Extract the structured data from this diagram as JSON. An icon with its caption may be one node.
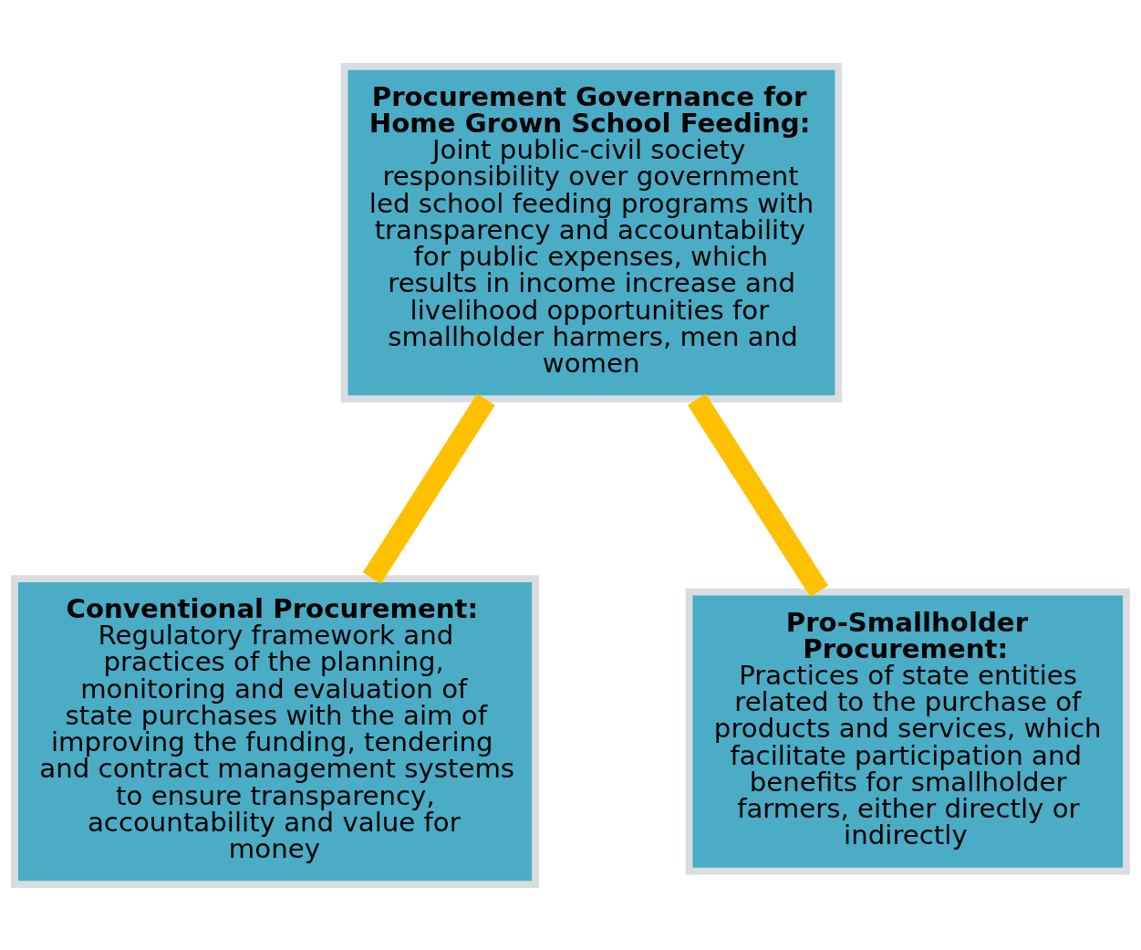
{
  "diagram": {
    "nodes": [
      {
        "text": [
          "Procurement Governance for Home Grown School Feeding:",
          "Joint public-civil society responsibility over government led school feeding programs with transparency and accountability for public expenses, which results in income increase and livelihood opportunities for smallholder harmers, men and women"
        ]
      },
      {
        "text": [
          "Conventional Procurement:",
          "Regulatory framework and practices of the planning, monitoring and evaluation of state purchases with the aim of improving the funding, tendering and contract management systems to ensure transparency, accountability and value for money"
        ]
      },
      {
        "text": [
          "Pro-Smallholder Procurement:",
          "Practices of state entities related to the purchase of products and services, which facilitate participation and benefits for smallholder farmers, either directly or indirectly"
        ]
      }
    ],
    "edges": [
      {
        "from": 0,
        "to": 1,
        "arrow": "none"
      },
      {
        "from": 0,
        "to": 2,
        "arrow": "none"
      }
    ]
  }
}
